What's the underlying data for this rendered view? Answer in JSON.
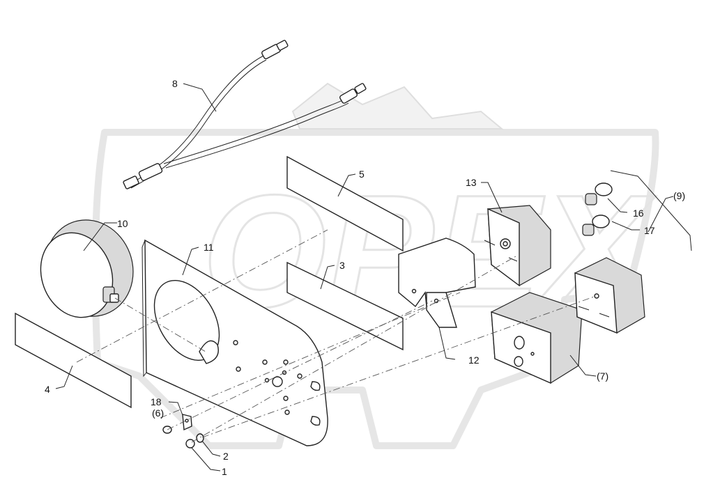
{
  "watermark": {
    "text": "OPEX"
  },
  "callouts": {
    "c1": "1",
    "c2": "2",
    "c3": "3",
    "c4": "4",
    "c5": "5",
    "c6": "(6)",
    "c7": "(7)",
    "c8": "8",
    "c9": "(9)",
    "c10": "10",
    "c11": "11",
    "c12": "12",
    "c13": "13",
    "c16": "16",
    "c17": "17",
    "c18": "18"
  }
}
